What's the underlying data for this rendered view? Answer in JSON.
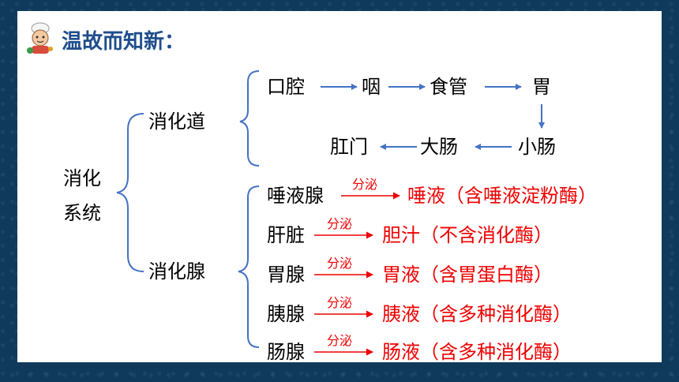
{
  "title": "温故而知新：",
  "colors": {
    "background": "#103a5c",
    "title": "#1f4e8c",
    "arrow_blue": "#4472c4",
    "red": "#ee0000"
  },
  "icon": "chef-mascot-icon",
  "system": {
    "line1": "消化",
    "line2": "系统"
  },
  "tract": {
    "label": "消化道",
    "row1": [
      "口腔",
      "咽",
      "食管",
      "胃"
    ],
    "row2": [
      "肛门",
      "大肠",
      "小肠"
    ]
  },
  "glands": {
    "label": "消化腺",
    "arrow_label": "分泌",
    "items": [
      {
        "name": "唾液腺",
        "secretion": "唾液（含唾液淀粉酶）"
      },
      {
        "name": "肝脏",
        "secretion": "胆汁（不含消化酶）"
      },
      {
        "name": "胃腺",
        "secretion": "胃液（含胃蛋白酶）"
      },
      {
        "name": "胰腺",
        "secretion": "胰液（含多种消化酶）"
      },
      {
        "name": "肠腺",
        "secretion": "肠液（含多种消化酶）"
      }
    ]
  }
}
